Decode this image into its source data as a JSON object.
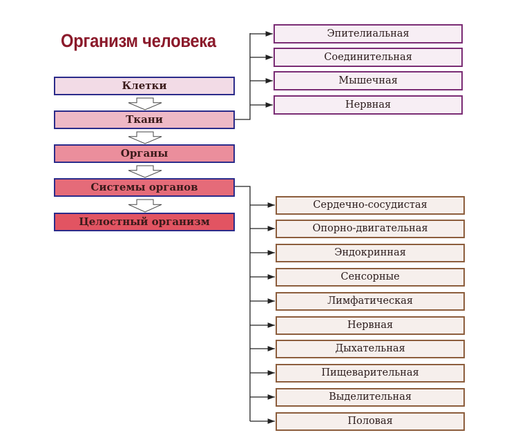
{
  "title": "Организм человека",
  "levels": [
    {
      "label": "Клетки",
      "color": "#f2dbe6"
    },
    {
      "label": "Ткани",
      "color": "#efb9c6"
    },
    {
      "label": "Органы",
      "color": "#eb8e9c"
    },
    {
      "label": "Системы органов",
      "color": "#e56b79"
    },
    {
      "label": "Целостный организм",
      "color": "#e25462"
    }
  ],
  "tissues": [
    "Эпителиальная",
    "Соединительная",
    "Мышечная",
    "Нервная"
  ],
  "systems": [
    "Сердечно-сосудистая",
    "Опорно-двигательная",
    "Эндокринная",
    "Сенсорные",
    "Лимфатическая",
    "Нервная",
    "Дыхательная",
    "Пищеварительная",
    "Выделительная",
    "Половая"
  ]
}
